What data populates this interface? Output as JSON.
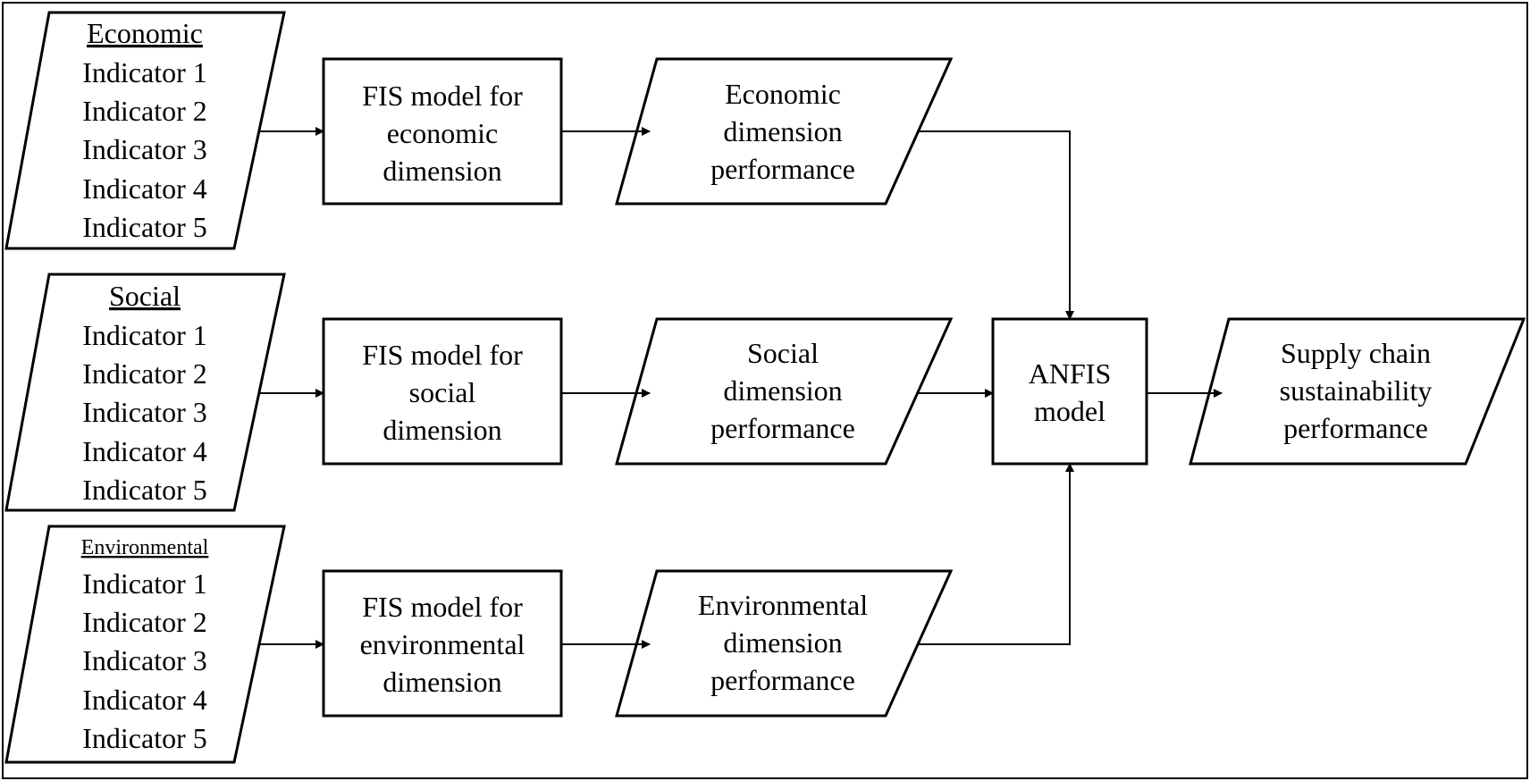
{
  "inputs": {
    "economic": {
      "heading": "Economic",
      "indicators": [
        "Indicator 1",
        "Indicator 2",
        "Indicator 3",
        "Indicator 4",
        "Indicator 5"
      ]
    },
    "social": {
      "heading": "Social",
      "indicators": [
        "Indicator 1",
        "Indicator 2",
        "Indicator 3",
        "Indicator 4",
        "Indicator 5"
      ]
    },
    "environmental": {
      "heading": "Environmental",
      "indicators": [
        "Indicator 1",
        "Indicator 2",
        "Indicator 3",
        "Indicator 4",
        "Indicator 5"
      ]
    }
  },
  "fis_models": {
    "economic": [
      "FIS model for",
      "economic",
      "dimension"
    ],
    "social": [
      "FIS model for",
      "social",
      "dimension"
    ],
    "environmental": [
      "FIS model for",
      "environmental",
      "dimension"
    ]
  },
  "performances": {
    "economic": [
      "Economic",
      "dimension",
      "performance"
    ],
    "social": [
      "Social",
      "dimension",
      "performance"
    ],
    "environmental": [
      "Environmental",
      "dimension",
      "performance"
    ]
  },
  "anfis": [
    "ANFIS",
    "model"
  ],
  "output": [
    "Supply chain",
    "sustainability",
    "performance"
  ],
  "colors": {
    "stroke": "#000000",
    "fill": "#ffffff"
  }
}
